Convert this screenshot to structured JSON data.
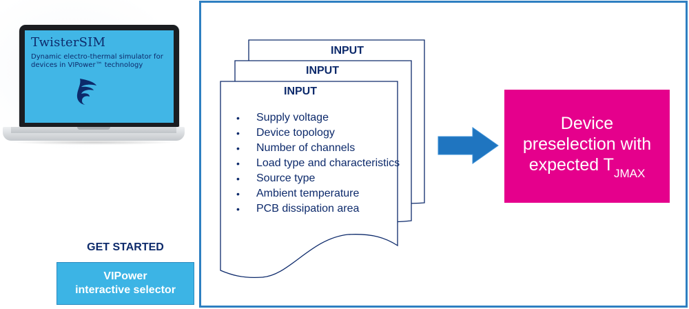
{
  "laptop": {
    "screen_title": "TwisterSIM",
    "screen_description": "Dynamic electro-thermal simulator for devices in VIPower™ technology",
    "logo_icon": "twistersim-logo-icon"
  },
  "left_panel": {
    "get_started_label": "GET STARTED",
    "selector_button": {
      "line1": "VIPower",
      "line2": "interactive selector"
    }
  },
  "documents": {
    "back_heading": "INPUT",
    "middle_heading": "INPUT",
    "front_heading": "INPUT",
    "items": [
      "Supply voltage",
      "Device topology",
      "Number of channels",
      "Load type and characteristics",
      "Source type",
      "Ambient temperature",
      "PCB dissipation area"
    ]
  },
  "arrow_icon": "right-arrow-icon",
  "result": {
    "line1": "Device",
    "line2": "preselection with",
    "line3_prefix": "expected T",
    "line3_subscript": "JMAX"
  },
  "colors": {
    "frame_border": "#2e7fc1",
    "result_box": "#e5008c",
    "button": "#3cb4e5",
    "text_dark": "#0d2a6b",
    "arrow": "#1f75c0"
  }
}
